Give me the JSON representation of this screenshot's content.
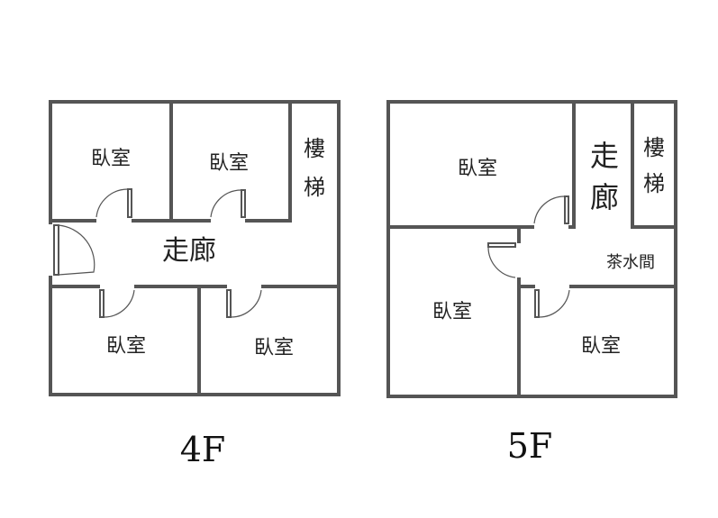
{
  "floors": [
    {
      "label": "4F",
      "rooms": {
        "bedroom_1": "臥室",
        "bedroom_2": "臥室",
        "stairs": "樓\n梯",
        "corridor": "走廊",
        "bedroom_3": "臥室",
        "bedroom_4": "臥室"
      }
    },
    {
      "label": "5F",
      "rooms": {
        "bedroom_1": "臥室",
        "corridor": "走\n廊",
        "stairs": "樓\n梯",
        "tea_room": "茶水間",
        "bedroom_2": "臥室",
        "bedroom_3": "臥室"
      }
    }
  ],
  "colors": {
    "wall": "#555555",
    "text": "#222222"
  }
}
